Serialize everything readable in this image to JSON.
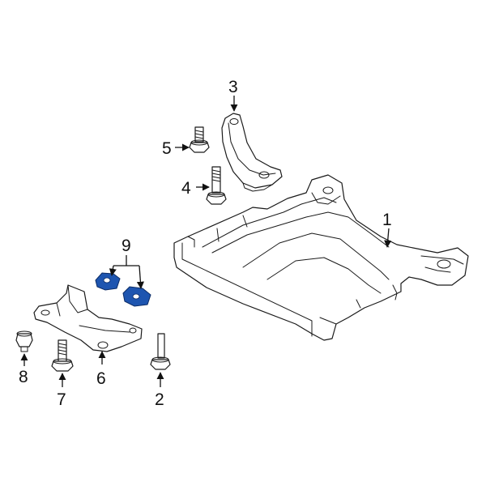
{
  "diagram": {
    "highlight_color": "#1e55b0",
    "outline_color": "#1a1a1a",
    "background_color": "#ffffff",
    "callouts": {
      "c1": "1",
      "c2": "2",
      "c3": "3",
      "c4": "4",
      "c5": "5",
      "c6": "6",
      "c7": "7",
      "c8": "8",
      "c9": "9"
    },
    "highlighted_parts": [
      "9"
    ]
  }
}
